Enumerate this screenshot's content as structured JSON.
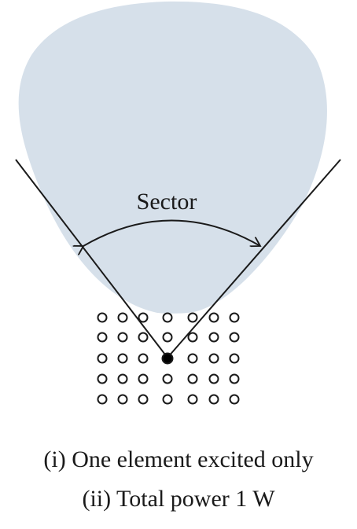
{
  "diagram": {
    "sector_label": "Sector",
    "array": {
      "rows": 5,
      "cols": 7,
      "excited_row": 2,
      "excited_col": 3
    },
    "colors": {
      "beam_fill": "#d6e0ea",
      "line": "#1a1a1a"
    }
  },
  "captions": [
    "(i) One element excited only",
    "(ii) Total power 1 W"
  ]
}
